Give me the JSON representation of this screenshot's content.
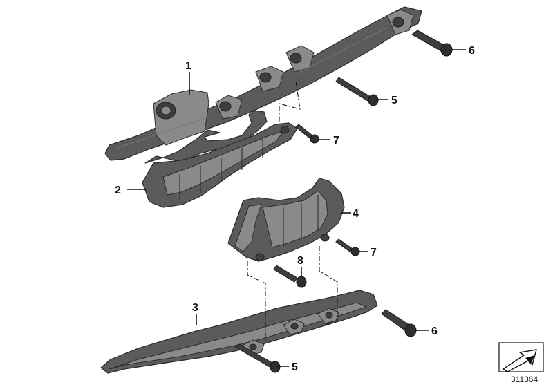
{
  "callouts": [
    {
      "id": "c1",
      "label": "1"
    },
    {
      "id": "c2",
      "label": "2"
    },
    {
      "id": "c3",
      "label": "3"
    },
    {
      "id": "c4",
      "label": "4"
    },
    {
      "id": "c5a",
      "label": "5"
    },
    {
      "id": "c5b",
      "label": "5"
    },
    {
      "id": "c6a",
      "label": "6"
    },
    {
      "id": "c6b",
      "label": "6"
    },
    {
      "id": "c7a",
      "label": "7"
    },
    {
      "id": "c7b",
      "label": "7"
    },
    {
      "id": "c8",
      "label": "8"
    }
  ],
  "diagram_number": "311364",
  "icons": {
    "reference_badge": "arrow-icon"
  }
}
